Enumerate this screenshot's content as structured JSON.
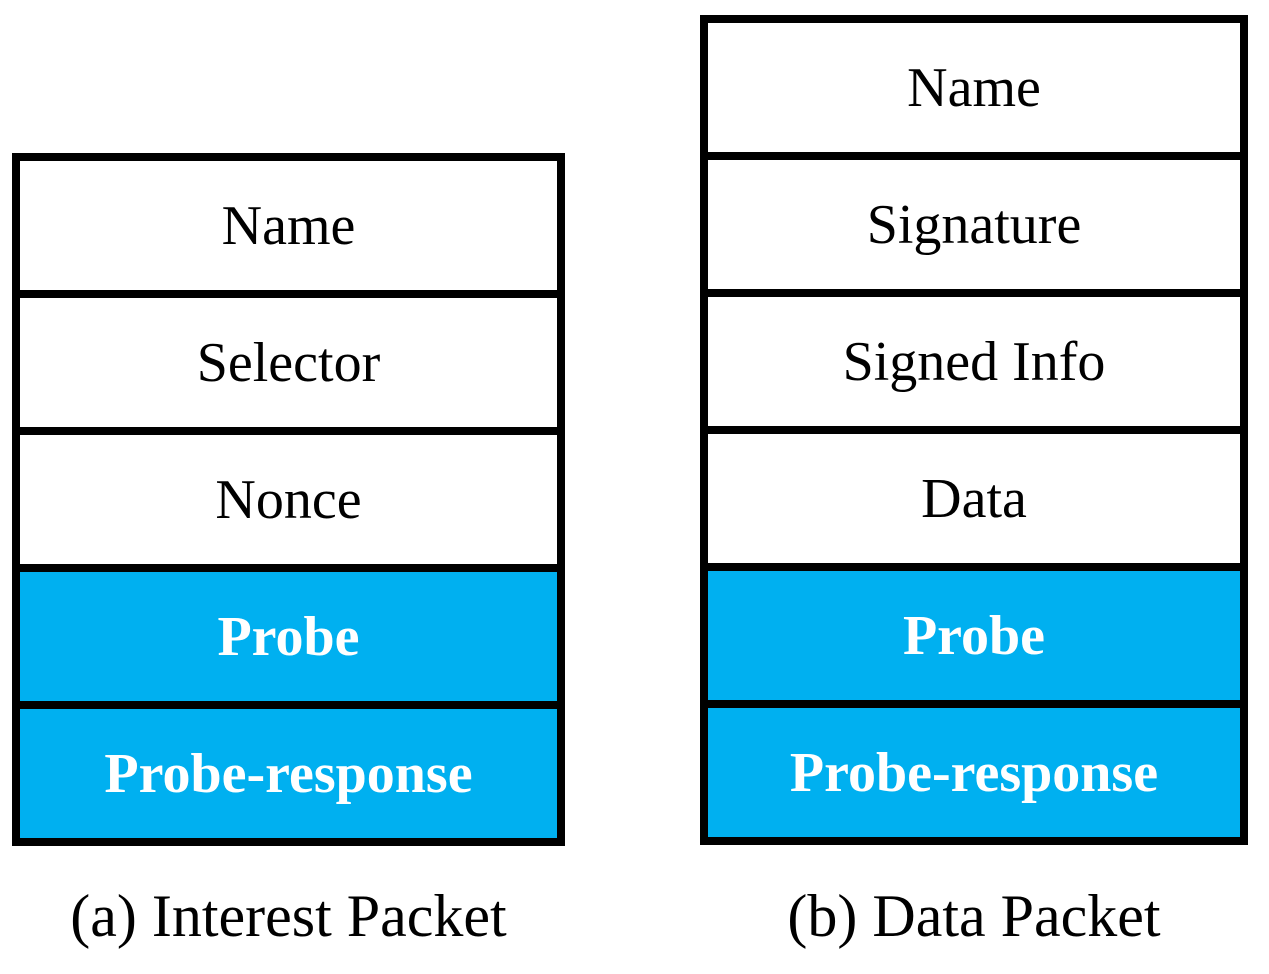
{
  "figure": {
    "background_color": "#ffffff",
    "border_color": "#000000",
    "accent_color": "#00b0f0",
    "highlight_text_color": "#ffffff",
    "panels": [
      {
        "id": "a",
        "caption": "(a) Interest Packet",
        "rows": [
          {
            "label": "Name",
            "highlighted": false
          },
          {
            "label": "Selector",
            "highlighted": false
          },
          {
            "label": "Nonce",
            "highlighted": false
          },
          {
            "label": "Probe",
            "highlighted": true
          },
          {
            "label": "Probe-response",
            "highlighted": true
          }
        ]
      },
      {
        "id": "b",
        "caption": "(b) Data Packet",
        "rows": [
          {
            "label": "Name",
            "highlighted": false
          },
          {
            "label": "Signature",
            "highlighted": false
          },
          {
            "label": "Signed Info",
            "highlighted": false
          },
          {
            "label": "Data",
            "highlighted": false
          },
          {
            "label": "Probe",
            "highlighted": true
          },
          {
            "label": "Probe-response",
            "highlighted": true
          }
        ]
      }
    ]
  }
}
